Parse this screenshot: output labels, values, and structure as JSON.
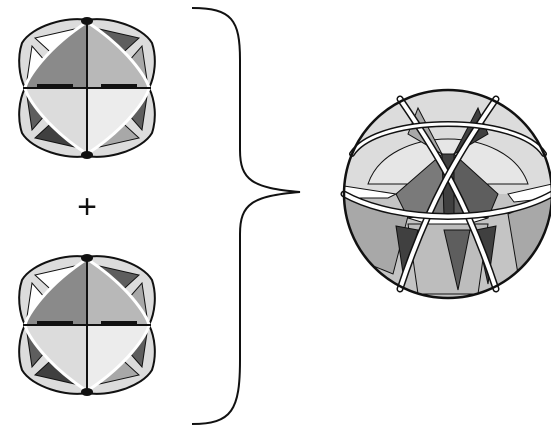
{
  "figure": {
    "operator_symbol": "+",
    "components": [
      {
        "id": "module-top"
      },
      {
        "id": "module-bottom"
      }
    ],
    "result": {
      "id": "assembled-sphere"
    },
    "colors": {
      "outline": "#111111",
      "band": "#ffffff",
      "light": "#dcdcdc",
      "mid": "#a8a8a8",
      "dark": "#5e5e5e",
      "darker": "#404040",
      "background": "#ffffff"
    }
  }
}
